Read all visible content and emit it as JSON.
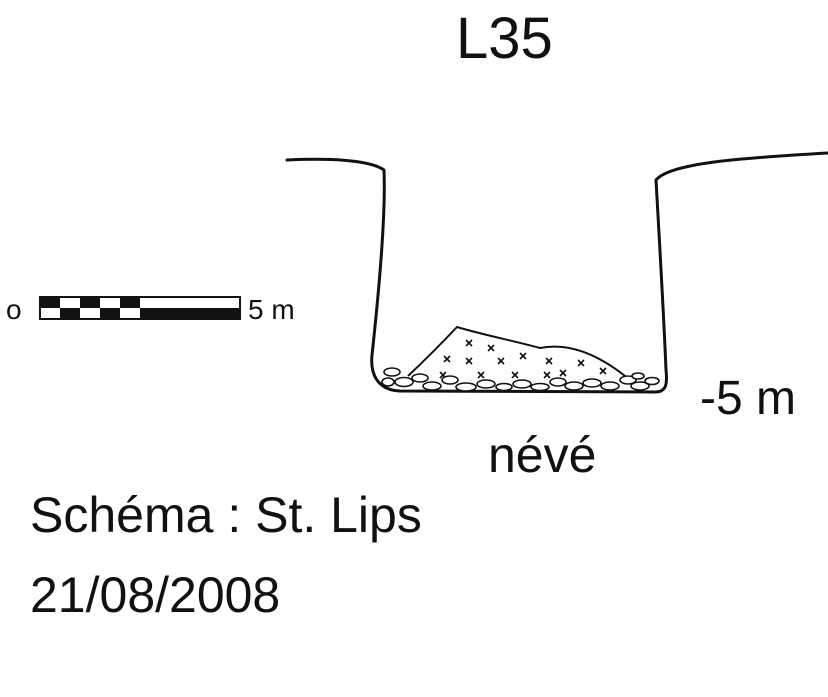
{
  "title": "L35",
  "depth_label": "-5 m",
  "feature_label": "névé",
  "author_line": "Schéma : St. Lips",
  "date_line": "21/08/2008",
  "scale": {
    "start_label": "o",
    "end_label": "5 m"
  },
  "colors": {
    "ink": "#111111",
    "background": "#ffffff"
  }
}
